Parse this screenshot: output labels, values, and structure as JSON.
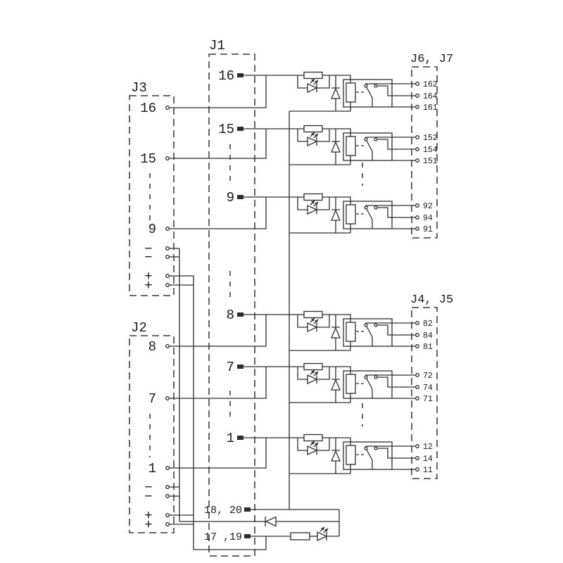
{
  "colors": {
    "background": "#ffffff",
    "wire": "#2d2d2d",
    "dashed_box": "#555555",
    "text": "#1b1b1b"
  },
  "j1": {
    "label": "J1",
    "aux_pins": [
      "18, 20",
      "17 ,19"
    ]
  },
  "j3": {
    "label": "J3",
    "pins": [
      "16",
      "15",
      "9"
    ],
    "polarity": [
      "−",
      "−",
      "+",
      "+"
    ]
  },
  "j2": {
    "label": "J2",
    "pins": [
      "8",
      "7",
      "1"
    ],
    "polarity": [
      "−",
      "−",
      "+",
      "+"
    ]
  },
  "j67": {
    "label": "J6, J7"
  },
  "j45": {
    "label": "J4, J5"
  },
  "rows": [
    {
      "pin": "16",
      "terminals": [
        "162",
        "164",
        "161"
      ]
    },
    {
      "pin": "15",
      "terminals": [
        "152",
        "154",
        "151"
      ]
    },
    {
      "pin": "9",
      "terminals": [
        "92",
        "94",
        "91"
      ]
    },
    {
      "pin": "8",
      "terminals": [
        "82",
        "84",
        "81"
      ]
    },
    {
      "pin": "7",
      "terminals": [
        "72",
        "74",
        "71"
      ]
    },
    {
      "pin": "1",
      "terminals": [
        "12",
        "14",
        "11"
      ]
    }
  ]
}
